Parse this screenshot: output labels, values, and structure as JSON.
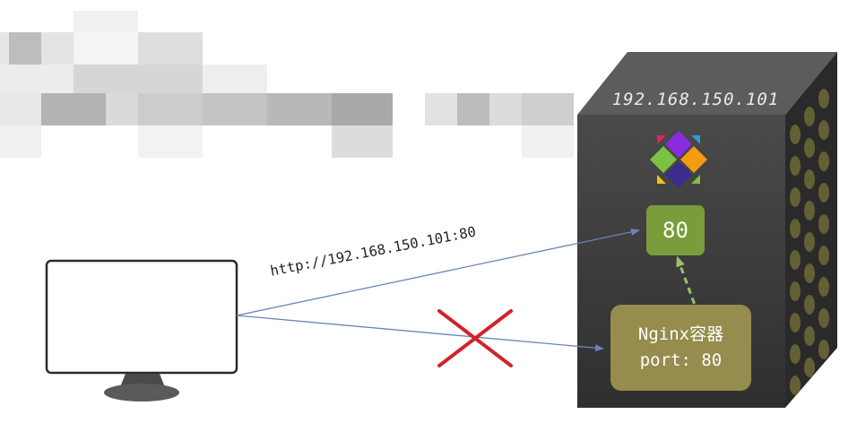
{
  "server": {
    "ip": "192.168.150.101",
    "host_port": "80",
    "container_name": "Nginx容器",
    "container_port_label": "port: 80",
    "logo_icon": "docker-cube-logo"
  },
  "client": {
    "icon": "monitor-icon"
  },
  "connections": {
    "request_url": "http://192.168.150.101:80",
    "blocked_marker": "red-x-icon"
  },
  "colors": {
    "server_body": "#3d3d3d",
    "port_box": "#7a9c3b",
    "container_box": "#958c4d",
    "arrow": "#6a86b5",
    "port_mapping_arrow": "#9ac26a",
    "blocked_x": "#d0222e"
  }
}
